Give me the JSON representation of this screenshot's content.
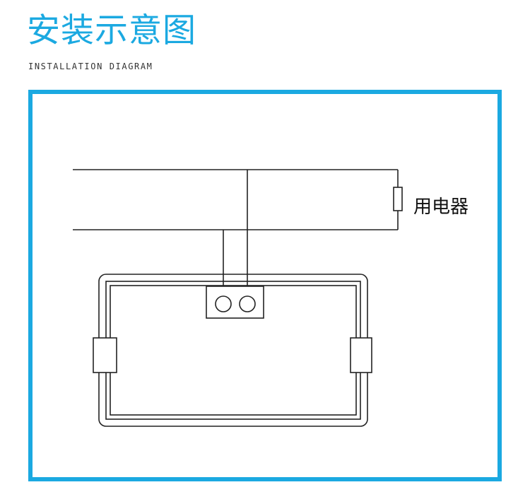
{
  "title": "安装示意图",
  "subtitle": "INSTALLATION DIAGRAM",
  "diagram": {
    "load_label": "用电器"
  },
  "colors": {
    "accent": "#1ba9e1",
    "line": "#222222"
  }
}
